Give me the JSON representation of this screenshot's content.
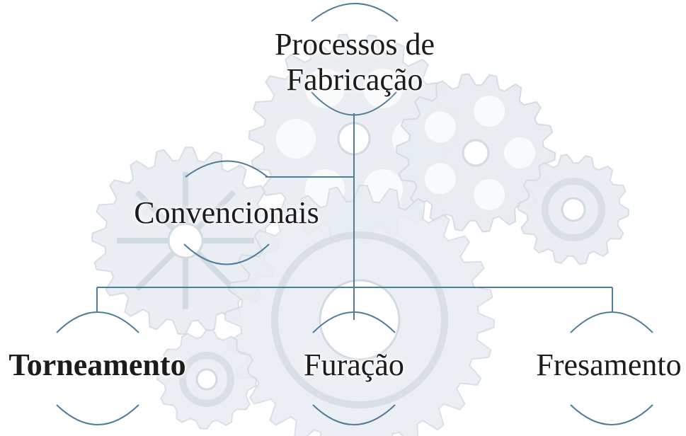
{
  "diagram": {
    "root": {
      "title_line1": "Processos de",
      "title_line2": "Fabricação"
    },
    "branch": {
      "label": "Convencionais"
    },
    "leaves": [
      {
        "label": "Torneamento",
        "bold": true
      },
      {
        "label": "Furação",
        "bold": false
      },
      {
        "label": "Fresamento",
        "bold": false
      }
    ]
  },
  "colors": {
    "connector": "#4f7c96",
    "text": "#1c1c1c",
    "gear_fill": "#e8edf1",
    "gear_stroke": "#d3dbe2",
    "gear_hole": "#ffffff"
  },
  "icons": {
    "background": "gears-icon"
  }
}
